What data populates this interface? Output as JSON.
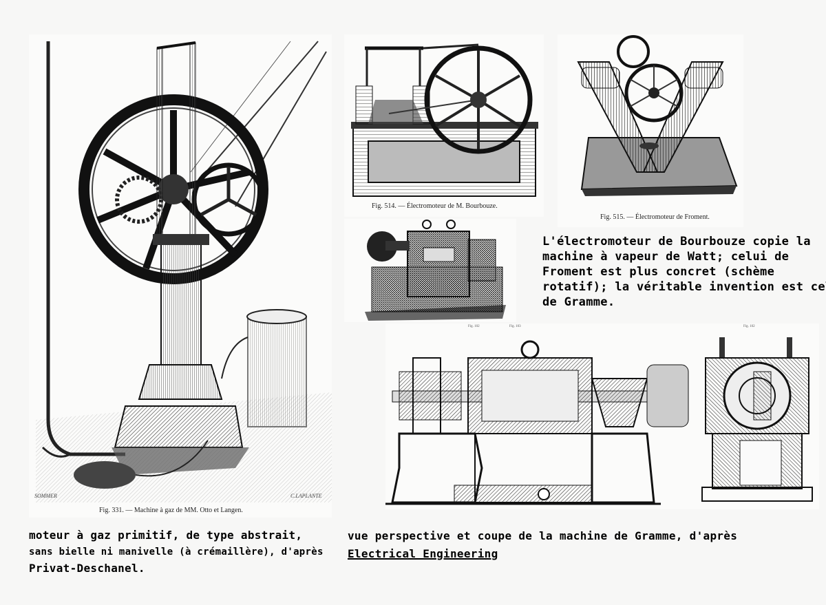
{
  "figures": {
    "otto": {
      "caption": "Fig. 331. — Machine à gaz de MM. Otto et Langen.",
      "signature_left": "SOMMER",
      "signature_right": "C.LAPLANTE"
    },
    "bourbouze": {
      "caption": "Fig. 514. — Électromoteur de M. Bourbouze."
    },
    "froment": {
      "caption": "Fig. 515. — Électromoteur de Froment."
    },
    "gramme_section": {
      "label_left": "Fig. 102",
      "label_mid": "Fig. 103",
      "label_right": "Fig. 102"
    }
  },
  "notes": {
    "electromoteurs": [
      "L'électromoteur de Bourbouze copie la",
      "machine à vapeur de Watt; celui de",
      "Froment est plus concret (schème",
      "rotatif); la véritable invention est celle",
      "de Gramme."
    ],
    "gas_engine": [
      "moteur à gaz primitif, de type abstrait,",
      "sans bielle ni manivelle (à crémaillère), d'après",
      "Privat-Deschanel."
    ],
    "gramme_line": "vue perspective et coupe de la machine de Gramme, d'après",
    "gramme_source": "Electrical Engineering"
  }
}
